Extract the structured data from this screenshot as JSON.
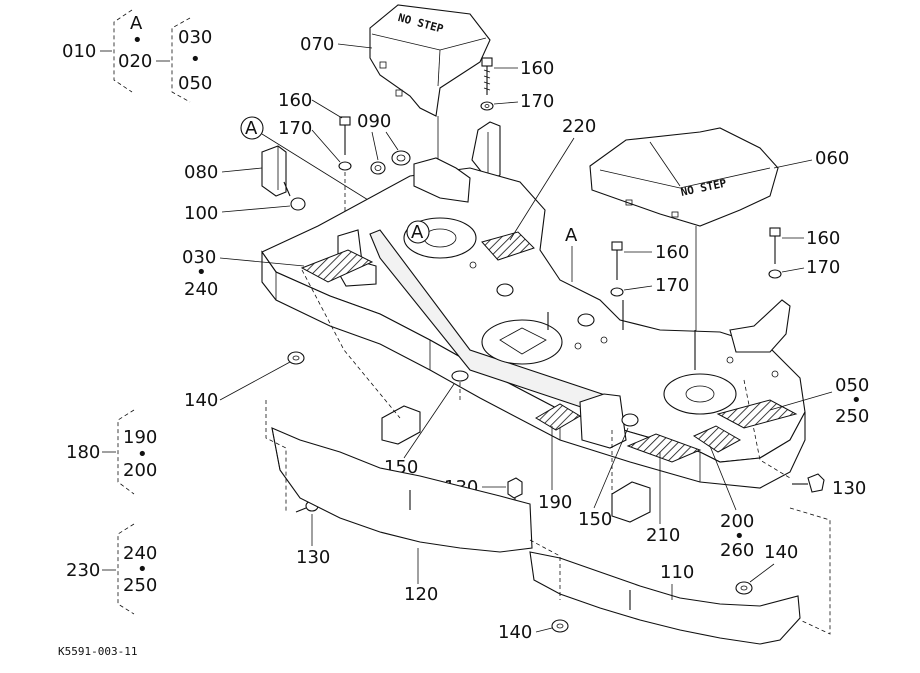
{
  "reference_code": "K5591-003-11",
  "group_010": {
    "main": "010",
    "marker": "A",
    "top": "020",
    "sub_a": "030",
    "sub_b": "050",
    "dot": "•"
  },
  "group_180": {
    "main": "180",
    "top": "190",
    "bottom": "200",
    "dot": "•"
  },
  "group_230": {
    "main": "230",
    "top": "240",
    "bottom": "250",
    "dot": "•"
  },
  "labels": {
    "p070": "070",
    "p160a": "160",
    "p170a": "170",
    "p160b": "160",
    "p170b": "170",
    "p090": "090",
    "p220": "220",
    "p060": "060",
    "pA_circle": "A",
    "p080": "080",
    "p100": "100",
    "p030": "030",
    "p240": "240",
    "pA_deck": "A",
    "pA_circle2": "A",
    "p160c": "160",
    "p170c": "170",
    "p160d": "160",
    "p170d": "170",
    "p140a": "140",
    "p050": "050",
    "p250": "250",
    "p150a": "150",
    "p130a": "130",
    "p190": "190",
    "p150b": "150",
    "p210": "210",
    "p200": "200",
    "p260": "260",
    "p130b": "130",
    "p130c": "130",
    "p140b": "140",
    "p120": "120",
    "p110": "110",
    "p140c": "140",
    "dot": "•"
  },
  "decals": {
    "no_step_1": "NO STEP",
    "no_step_2": "NO STEP"
  }
}
